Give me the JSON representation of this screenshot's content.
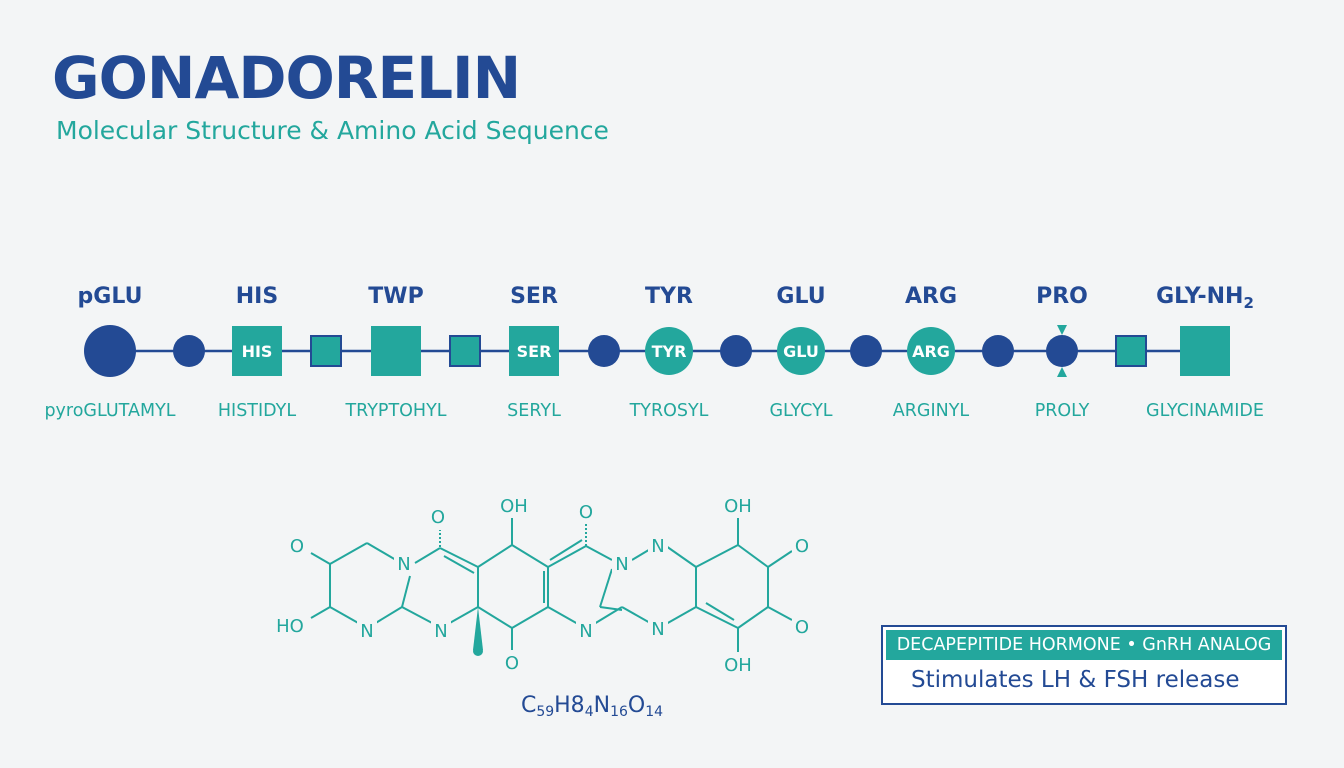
{
  "header": {
    "title": "GONADORELIN",
    "subtitle": "Molecular Structure & Amino Acid Sequence"
  },
  "colors": {
    "navy": "#234a94",
    "teal": "#23a79d",
    "background": "#f3f5f6"
  },
  "sequence": [
    {
      "abbr": "pGLU",
      "node_label": "",
      "name": "pyroGLUTAMYL",
      "shape": "navy-circle"
    },
    {
      "abbr": "HIS",
      "node_label": "HIS",
      "name": "HISTIDYL",
      "shape": "teal-square"
    },
    {
      "abbr": "TWP",
      "node_label": "",
      "name": "TRYPTOHYL",
      "shape": "teal-square"
    },
    {
      "abbr": "SER",
      "node_label": "SER",
      "name": "SERYL",
      "shape": "teal-square"
    },
    {
      "abbr": "TYR",
      "node_label": "TYR",
      "name": "TYROSYL",
      "shape": "teal-circle"
    },
    {
      "abbr": "GLU",
      "node_label": "GLU",
      "name": "GLYCYL",
      "shape": "teal-circle"
    },
    {
      "abbr": "ARG",
      "node_label": "ARG",
      "name": "ARGINYL",
      "shape": "teal-circle"
    },
    {
      "abbr": "PRO",
      "node_label": "",
      "name": "PROLY",
      "shape": "navy-circle-marked"
    },
    {
      "abbr": "GLY-NH2",
      "node_label": "",
      "name": "GLYCINAMIDE",
      "shape": "teal-square"
    }
  ],
  "linkers": [
    "navy-circle",
    "teal-square",
    "teal-square",
    "navy-circle",
    "navy-circle",
    "navy-circle",
    "navy-circle",
    "teal-square"
  ],
  "structure": {
    "atoms": [
      "O",
      "HO",
      "N",
      "N",
      "N",
      "O",
      "OH",
      "O",
      "N",
      "N",
      "N",
      "N",
      "O",
      "OH",
      "O",
      "O",
      "OH"
    ]
  },
  "formula": {
    "text": "C59H84N16O14",
    "parts": [
      {
        "t": "C",
        "sub": false
      },
      {
        "t": "59",
        "sub": true
      },
      {
        "t": "H8",
        "sub": false
      },
      {
        "t": "4",
        "sub": true
      },
      {
        "t": "N",
        "sub": false
      },
      {
        "t": "16",
        "sub": true
      },
      {
        "t": "O",
        "sub": false
      },
      {
        "t": "14",
        "sub": true
      }
    ]
  },
  "info": {
    "header": "DECAPEPITIDE HORMONE • GnRH ANALOG",
    "body": "Stimulates LH & FSH release"
  }
}
